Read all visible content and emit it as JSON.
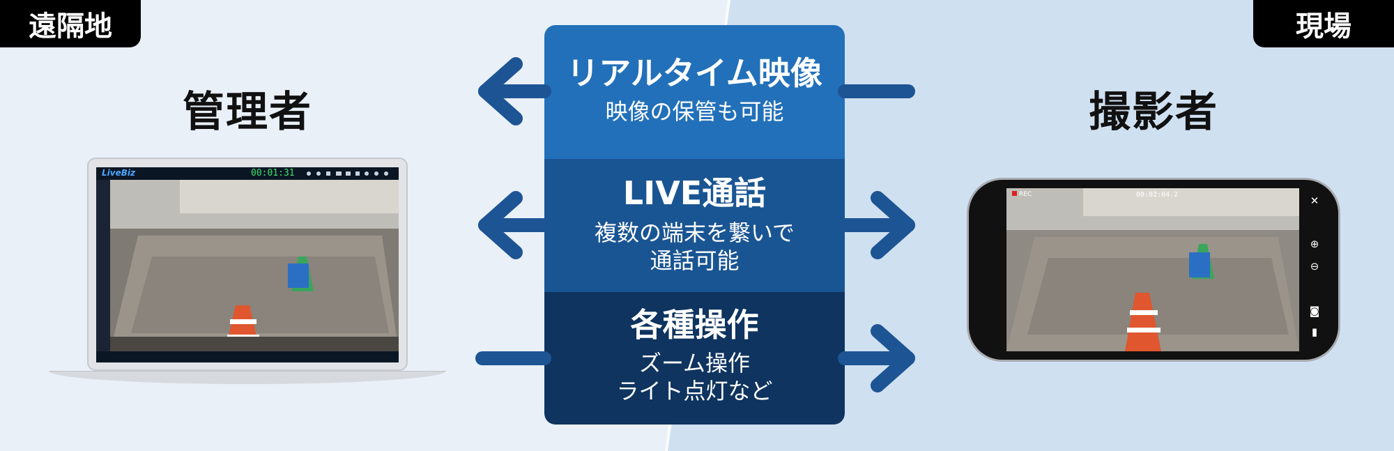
{
  "labels": {
    "remote": "遠隔地",
    "site": "現場",
    "manager": "管理者",
    "photographer": "撮影者"
  },
  "features": [
    {
      "title": "リアルタイム映像",
      "sub1": "映像の保管も可能",
      "sub2": ""
    },
    {
      "title": "LIVE通話",
      "sub1": "複数の端末を繋いで",
      "sub2": "通話可能"
    },
    {
      "title": "各種操作",
      "sub1": "ズーム操作",
      "sub2": "ライト点灯など"
    }
  ],
  "arrow_directions": [
    "left",
    "both",
    "right"
  ],
  "laptop_app": {
    "logo": "LiveBiz",
    "timer": "00:01:31"
  },
  "phone_app": {
    "rec": "REC",
    "timer": "00:02:04.2"
  },
  "icons": {
    "phone_close": "close-icon",
    "phone_zoom_in": "zoom-in-icon",
    "phone_zoom_out": "zoom-out-icon",
    "phone_camera": "camera-icon",
    "phone_flashlight": "flashlight-icon"
  },
  "colors": {
    "panel1": "#2270b9",
    "panel2": "#1a5593",
    "panel3": "#0e345f",
    "arrow": "#1d5494",
    "bg_left": "#e9f0f8",
    "bg_right": "#cfe0f1"
  }
}
